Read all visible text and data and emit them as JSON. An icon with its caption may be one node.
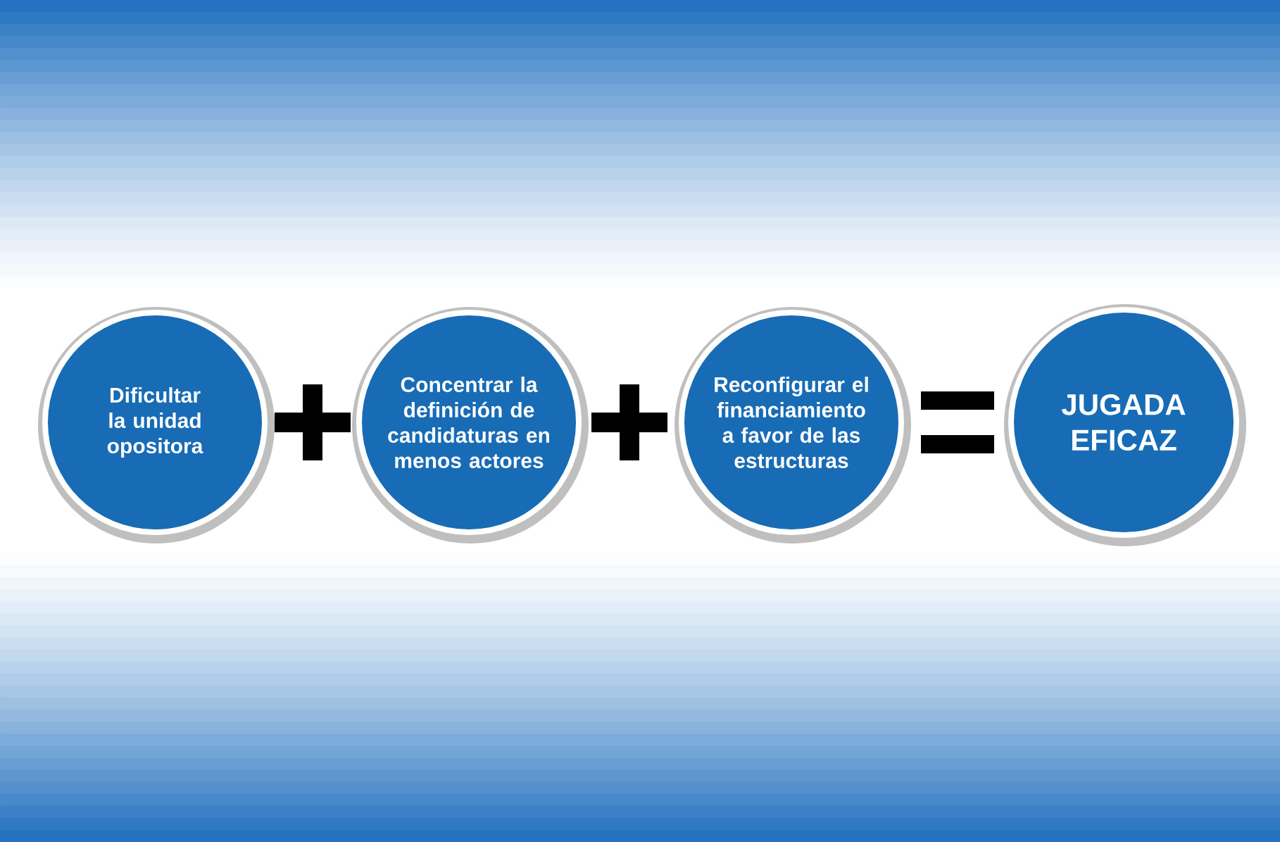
{
  "diagram": {
    "nodes": [
      {
        "text": [
          "Dificultar la unidad opositora"
        ]
      },
      {
        "text": [
          "Concentrar la definición de candidaturas en menos actores"
        ]
      },
      {
        "text": [
          "Reconfigurar el financiamiento a favor de las estructuras"
        ]
      },
      {
        "text": [
          "JUGADA EFICAZ"
        ]
      }
    ]
  }
}
